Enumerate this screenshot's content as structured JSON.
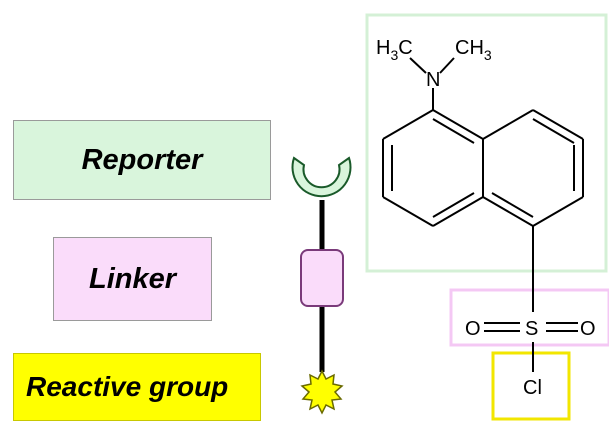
{
  "labels": {
    "reporter": "Reporter",
    "linker": "Linker",
    "reactive_group": "Reactive group"
  },
  "molecule": {
    "h3c_h": "H",
    "h3c_sub": "3",
    "h3c_c": "C",
    "ch3_c": "CH",
    "ch3_sub": "3",
    "nitrogen": "N",
    "sulfur": "S",
    "oxygen_left": "O",
    "oxygen_right": "O",
    "chlorine": "Cl"
  },
  "colors": {
    "reporter_fill": "#d9f5dc",
    "linker_fill": "#fadcfa",
    "reactive_fill": "#ffff00",
    "reporter_outline": "#d4f0d6",
    "linker_outline": "#f4c8f4",
    "reactive_outline": "#f2e600",
    "stick": "#000000"
  }
}
